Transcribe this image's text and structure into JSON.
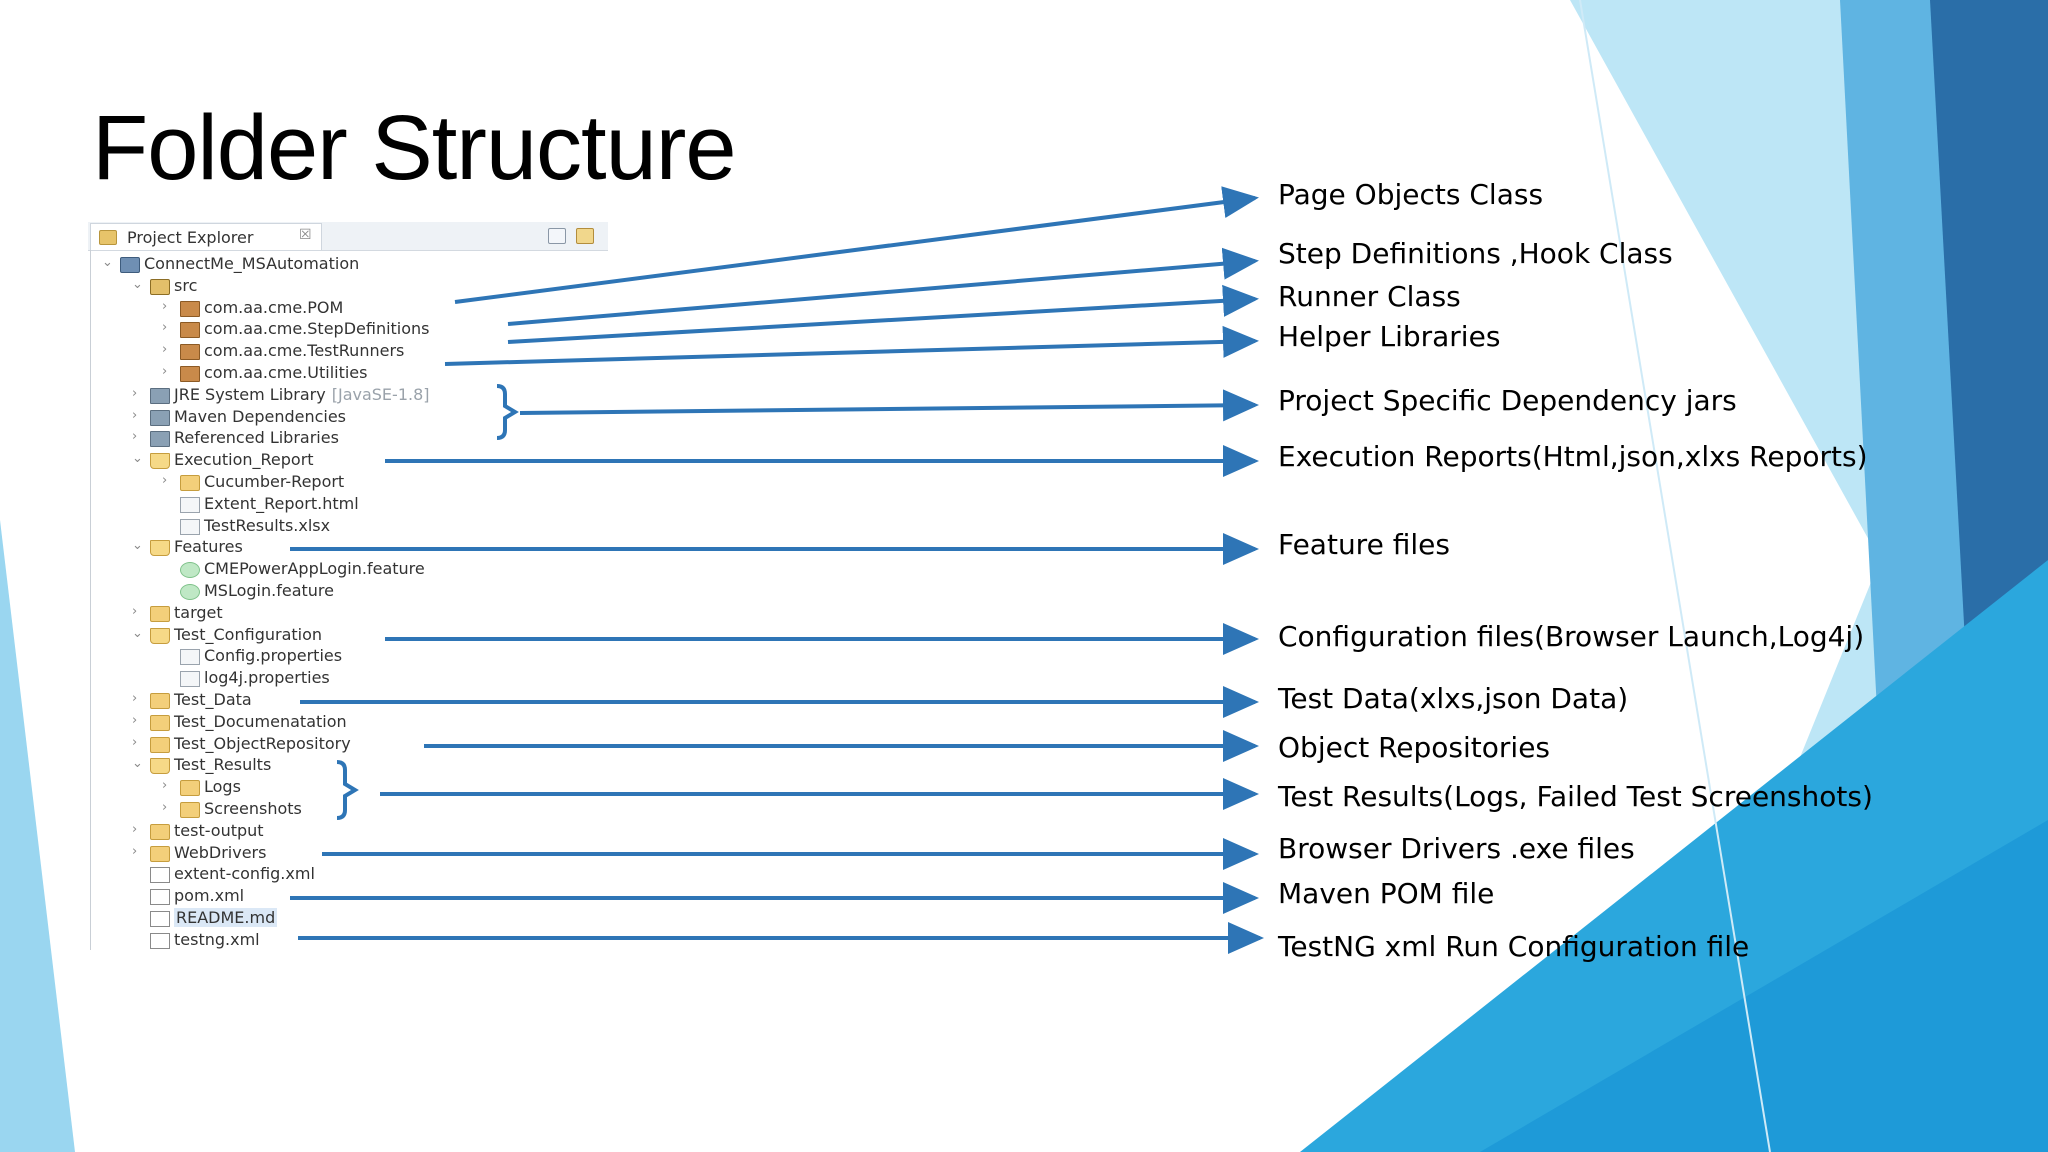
{
  "slide": {
    "title": "Folder Structure"
  },
  "explorer": {
    "tab_label": "Project Explorer",
    "close_glyph": "☒",
    "tree": [
      {
        "label": "ConnectMe_MSAutomation",
        "chev": "⌄",
        "icon": "project-icon",
        "suffix": ""
      },
      {
        "label": "src",
        "chev": "⌄",
        "icon": "source-folder-icon",
        "suffix": ""
      },
      {
        "label": "com.aa.cme.POM",
        "chev": "›",
        "icon": "package-icon",
        "suffix": ""
      },
      {
        "label": "com.aa.cme.StepDefinitions",
        "chev": "›",
        "icon": "package-icon",
        "suffix": ""
      },
      {
        "label": "com.aa.cme.TestRunners",
        "chev": "›",
        "icon": "package-icon",
        "suffix": ""
      },
      {
        "label": "com.aa.cme.Utilities",
        "chev": "›",
        "icon": "package-icon",
        "suffix": ""
      },
      {
        "label": "JRE System Library",
        "chev": "›",
        "icon": "library-icon",
        "suffix": "[JavaSE-1.8]"
      },
      {
        "label": "Maven Dependencies",
        "chev": "›",
        "icon": "library-icon",
        "suffix": ""
      },
      {
        "label": "Referenced Libraries",
        "chev": "›",
        "icon": "library-icon",
        "suffix": ""
      },
      {
        "label": "Execution_Report",
        "chev": "⌄",
        "icon": "folder-open-icon",
        "suffix": ""
      },
      {
        "label": "Cucumber-Report",
        "chev": "›",
        "icon": "folder-icon",
        "suffix": ""
      },
      {
        "label": "Extent_Report.html",
        "chev": "",
        "icon": "html-file-icon",
        "suffix": ""
      },
      {
        "label": "TestResults.xlsx",
        "chev": "",
        "icon": "file-icon",
        "suffix": ""
      },
      {
        "label": "Features",
        "chev": "⌄",
        "icon": "folder-open-icon",
        "suffix": ""
      },
      {
        "label": "CMEPowerAppLogin.feature",
        "chev": "",
        "icon": "feature-file-icon",
        "suffix": ""
      },
      {
        "label": "MSLogin.feature",
        "chev": "",
        "icon": "feature-file-icon",
        "suffix": ""
      },
      {
        "label": "target",
        "chev": "›",
        "icon": "folder-icon",
        "suffix": ""
      },
      {
        "label": "Test_Configuration",
        "chev": "⌄",
        "icon": "folder-open-icon",
        "suffix": ""
      },
      {
        "label": "Config.properties",
        "chev": "",
        "icon": "file-icon",
        "suffix": ""
      },
      {
        "label": "log4j.properties",
        "chev": "",
        "icon": "file-icon",
        "suffix": ""
      },
      {
        "label": "Test_Data",
        "chev": "›",
        "icon": "folder-icon",
        "suffix": ""
      },
      {
        "label": "Test_Documenatation",
        "chev": "›",
        "icon": "folder-icon",
        "suffix": ""
      },
      {
        "label": "Test_ObjectRepository",
        "chev": "›",
        "icon": "folder-icon",
        "suffix": ""
      },
      {
        "label": "Test_Results",
        "chev": "⌄",
        "icon": "folder-open-icon",
        "suffix": ""
      },
      {
        "label": "Logs",
        "chev": "›",
        "icon": "folder-icon",
        "suffix": ""
      },
      {
        "label": "Screenshots",
        "chev": "›",
        "icon": "folder-icon",
        "suffix": ""
      },
      {
        "label": "test-output",
        "chev": "›",
        "icon": "folder-icon",
        "suffix": ""
      },
      {
        "label": "WebDrivers",
        "chev": "›",
        "icon": "folder-icon",
        "suffix": ""
      },
      {
        "label": "extent-config.xml",
        "chev": "",
        "icon": "xml-file-icon",
        "suffix": ""
      },
      {
        "label": "pom.xml",
        "chev": "",
        "icon": "maven-file-icon",
        "suffix": ""
      },
      {
        "label": "README.md",
        "chev": "",
        "icon": "markdown-file-icon",
        "suffix": ""
      },
      {
        "label": "testng.xml",
        "chev": "",
        "icon": "xml-file-icon",
        "suffix": ""
      }
    ]
  },
  "callouts": [
    "Page Objects Class",
    "Step Definitions ,Hook Class",
    "Runner Class",
    "Helper Libraries",
    "Project Specific Dependency jars",
    "Execution Reports(Html,json,xlxs Reports)",
    "Feature files",
    "Configuration files(Browser Launch,Log4j)",
    "Test Data(xlxs,json Data)",
    "Object Repositories",
    "Test Results(Logs, Failed Test Screenshots)",
    "Browser Drivers .exe files",
    "Maven POM file",
    "TestNG xml Run Configuration file"
  ],
  "colors": {
    "arrow": "#2e75b6",
    "accent_light": "#8fd3ef",
    "accent_mid": "#2ea0d6",
    "accent_dark": "#1f5f9c"
  }
}
